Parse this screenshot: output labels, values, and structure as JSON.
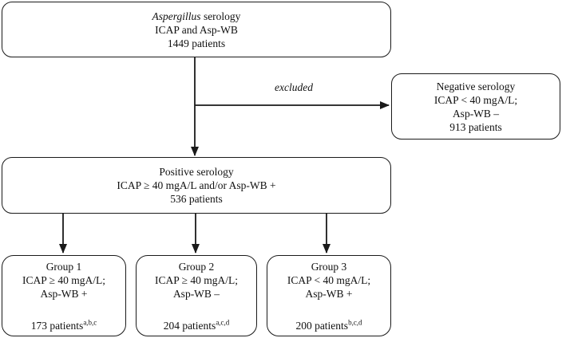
{
  "flowchart": {
    "top_box": {
      "title_italic": "Aspergillus",
      "title_rest": " serology",
      "line2": "ICAP and Asp-WB",
      "line3": "1449 patients"
    },
    "excluded_label": "excluded",
    "negative_box": {
      "line1": "Negative serology",
      "line2": "ICAP < 40 mgA/L;",
      "line3": "Asp-WB –",
      "line4": "913 patients"
    },
    "positive_box": {
      "line1": "Positive serology",
      "line2": "ICAP ≥ 40 mgA/L and/or Asp-WB +",
      "line3": "536 patients"
    },
    "groups": [
      {
        "title": "Group 1",
        "criteria1": "ICAP ≥ 40 mgA/L;",
        "criteria2": "Asp-WB +",
        "patients": "173 patients",
        "superscript": "a,b,c"
      },
      {
        "title": "Group 2",
        "criteria1": "ICAP ≥ 40 mgA/L;",
        "criteria2": "Asp-WB –",
        "patients": "204 patients",
        "superscript": "a,c,d"
      },
      {
        "title": "Group 3",
        "criteria1": "ICAP < 40 mgA/L;",
        "criteria2": "Asp-WB +",
        "patients": "200 patients",
        "superscript": "b,c,d"
      }
    ],
    "colors": {
      "border": "#1a1a1a",
      "text": "#111111",
      "background": "#ffffff"
    }
  }
}
